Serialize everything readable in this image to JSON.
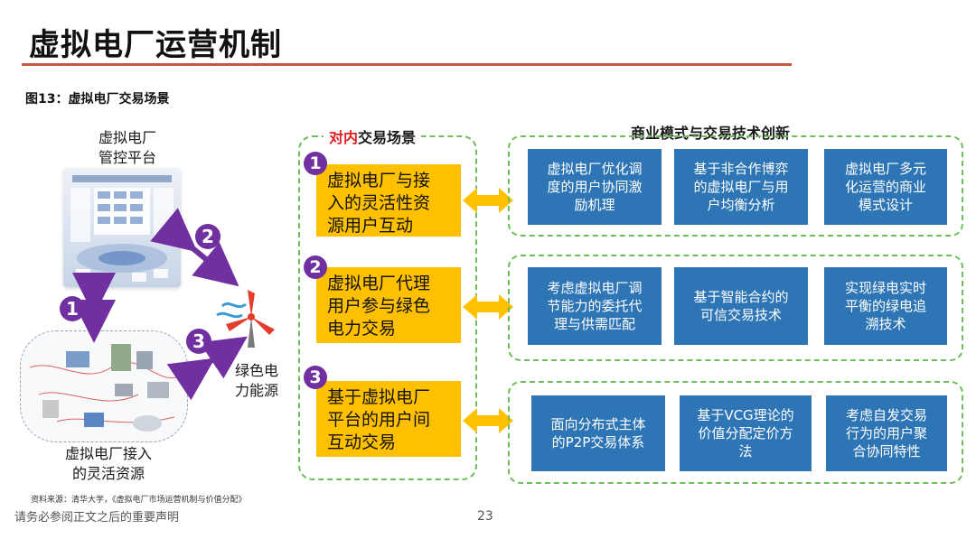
{
  "page": {
    "title": "虚拟电厂运营机制",
    "figure_caption": "图13：虚拟电厂交易场景",
    "source_note": "资料来源：清华大学，《虚拟电厂市场运营机制与价值分配》",
    "disclaimer": "请务必参阅正文之后的重要声明",
    "page_number": "23"
  },
  "left_diagram": {
    "platform_label_line1": "虚拟电厂",
    "platform_label_line2": "管控平台",
    "resources_label_line1": "虚拟电厂接入",
    "resources_label_line2": "的灵活资源",
    "green_label_line1": "绿色电",
    "green_label_line2": "力能源",
    "markers": [
      "1",
      "2",
      "3"
    ]
  },
  "inner_panel": {
    "tag_red": "对内",
    "tag_rest": "交易场景",
    "scenes": [
      {
        "num": "1",
        "lines": [
          "虚拟电厂与接",
          "入的灵活性资",
          "源用户互动"
        ]
      },
      {
        "num": "2",
        "lines": [
          "虚拟电厂代理",
          "用户参与绿色",
          "电力交易"
        ]
      },
      {
        "num": "3",
        "lines": [
          "基于虚拟电厂",
          "平台的用户间",
          "互动交易"
        ]
      }
    ]
  },
  "innovation_panel": {
    "tag": "商业模式与交易技术创新",
    "rows": [
      {
        "boxes": [
          {
            "lines": [
              "虚拟电厂优化调",
              "度的用户协同激",
              "励机理"
            ]
          },
          {
            "lines": [
              "基于非合作博弈",
              "的虚拟电厂与用",
              "户均衡分析"
            ]
          },
          {
            "lines": [
              "虚拟电厂多元",
              "化运营的商业",
              "模式设计"
            ]
          }
        ]
      },
      {
        "boxes": [
          {
            "lines": [
              "考虑虚拟电厂调",
              "节能力的委托代",
              "理与供需匹配"
            ]
          },
          {
            "lines": [
              "基于智能合约的",
              "可信交易技术"
            ]
          },
          {
            "lines": [
              "实现绿电实时",
              "平衡的绿电追",
              "溯技术"
            ]
          }
        ]
      },
      {
        "boxes": [
          {
            "lines": [
              "面向分布式主体",
              "的P2P交易体系"
            ]
          },
          {
            "lines": [
              "基于VCG理论的",
              "价值分配定价方",
              "法"
            ]
          },
          {
            "lines": [
              "考虑自发交易",
              "行为的用户聚",
              "合协同特性"
            ]
          }
        ]
      }
    ]
  },
  "colors": {
    "accent_rule": "#c8553d",
    "scene_fill": "#ffc000",
    "tech_fill": "#2e75b6",
    "dashed_border": "#6dbd5a",
    "marker_purple": "#7030a0"
  }
}
